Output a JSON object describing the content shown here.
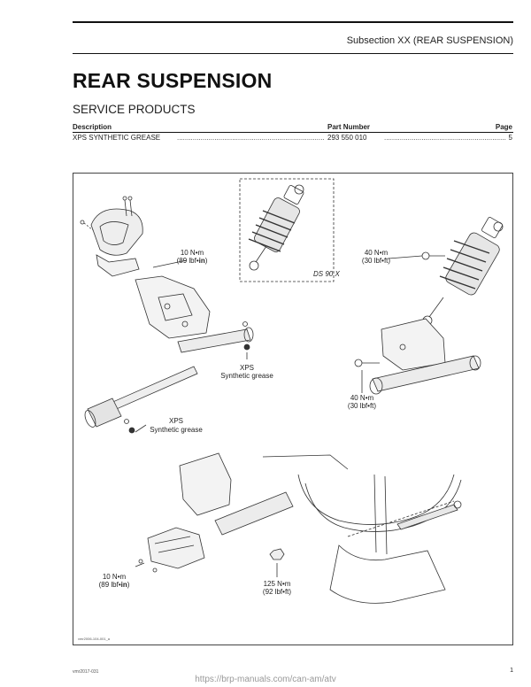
{
  "header": {
    "subsection": "Subsection XX (REAR SUSPENSION)"
  },
  "page_title": "REAR SUSPENSION",
  "section_title": "SERVICE PRODUCTS",
  "service_products": {
    "headers": {
      "description": "Description",
      "part_number": "Part Number",
      "page": "Page"
    },
    "rows": [
      {
        "description": "XPS SYNTHETIC GREASE",
        "part_number": "293 550 010",
        "page": "5"
      }
    ]
  },
  "figure": {
    "inset_label": "DS 90 X",
    "torque_top_left": {
      "line1": "10 N•m",
      "line2_pre": "(89 lbf•",
      "line2_bold": "in",
      "line2_post": ")"
    },
    "torque_top_right": {
      "line1": "40 N•m",
      "line2": "(30 lbf•ft)"
    },
    "torque_mid_right": {
      "line1": "40 N•m",
      "line2": "(30 lbf•ft)"
    },
    "grease_upper": {
      "line1": "XPS",
      "line2": "Synthetic grease"
    },
    "grease_lower": {
      "line1": "XPS",
      "line2": "Synthetic grease"
    },
    "torque_bottom_left": {
      "line1": "10 N•m",
      "line2_pre": "(89 lbf•",
      "line2_bold": "in",
      "line2_post": ")"
    },
    "torque_bottom_mid": {
      "line1": "125 N•m",
      "line2": "(92 lbf•ft)"
    },
    "figure_code": "vmr2006-104-001_a"
  },
  "footer": {
    "doc_code": "vmr2017-031",
    "url": "https://brp-manuals.com/can-am/atv",
    "page_number": "1"
  }
}
